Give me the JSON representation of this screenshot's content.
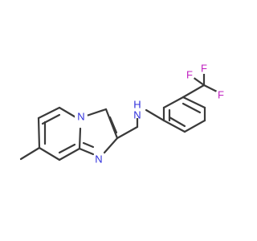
{
  "atoms": {
    "n_bridge": {
      "label": "N",
      "color": "#2e2edc"
    },
    "n_ring": {
      "label": "N",
      "color": "#2e2edc"
    },
    "nh": {
      "label": "H",
      "color": "#2e2edc"
    },
    "nh_n": {
      "label": "N",
      "color": "#2e2edc"
    },
    "f1": {
      "label": "F",
      "color": "#c020c0"
    },
    "f2": {
      "label": "F",
      "color": "#c020c0"
    },
    "f3": {
      "label": "F",
      "color": "#c020c0"
    }
  },
  "colors": {
    "bond": "#3a3a3a",
    "background": "#ffffff"
  }
}
